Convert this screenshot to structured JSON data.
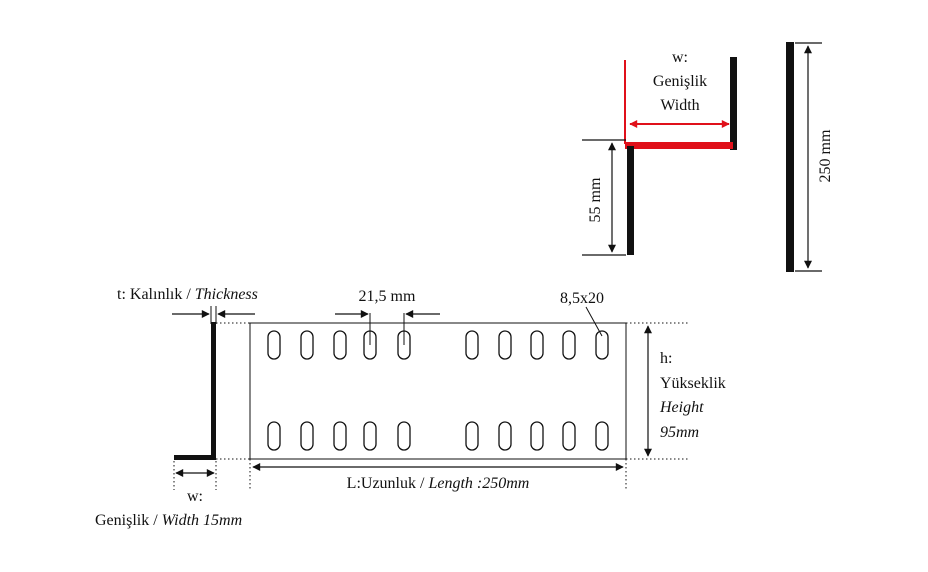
{
  "top_detail": {
    "w_label": "w:",
    "w_word_tr": "Genişlik",
    "w_word_en": "Width",
    "dim_55": "55 mm",
    "dim_250": "250 mm"
  },
  "thickness": {
    "label_tr": "t: Kalınlık / ",
    "label_en": "Thickness"
  },
  "slot_spacing": "21,5 mm",
  "slot_size": "8,5x20",
  "height": {
    "h_label": "h:",
    "word_tr": "Yükseklik",
    "word_en": "Height",
    "value": "95mm"
  },
  "length": {
    "label_tr": "L:Uzunluk / ",
    "label_en": "Length :250mm"
  },
  "width_bottom": {
    "w_label": "w:",
    "label_tr": "Genişlik / ",
    "label_en": "Width 15mm"
  },
  "colors": {
    "ink": "#111111",
    "accent_red": "#e0101a"
  }
}
